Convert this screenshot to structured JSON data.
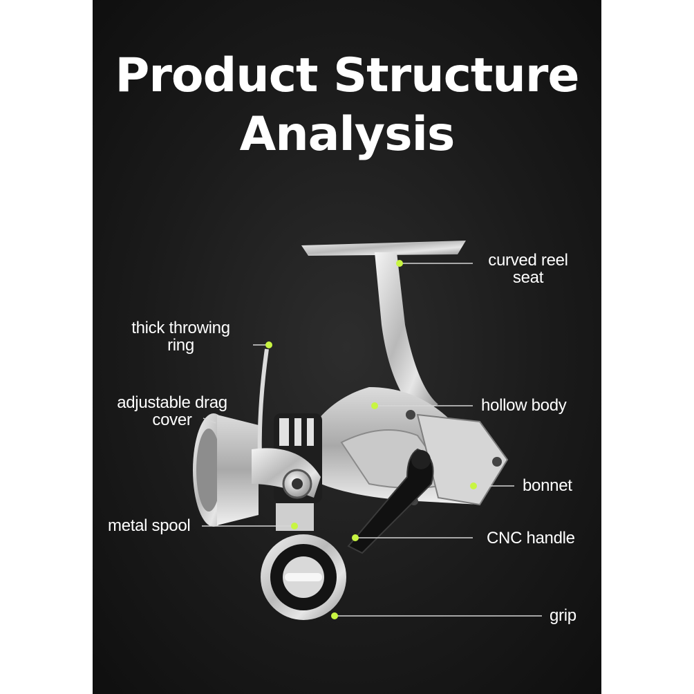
{
  "title": {
    "line1": "Product Structure",
    "line2": "Analysis"
  },
  "accent_color": "#c8f542",
  "callouts": [
    {
      "id": "curved-reel-seat",
      "line1": "curved reel",
      "line2": "seat"
    },
    {
      "id": "thick-throwing-ring",
      "line1": "thick throwing",
      "line2": "ring"
    },
    {
      "id": "adjustable-drag-cover",
      "line1": "adjustable drag",
      "line2": "cover"
    },
    {
      "id": "hollow-body",
      "line1": "hollow body"
    },
    {
      "id": "bonnet",
      "line1": "bonnet"
    },
    {
      "id": "metal-spool",
      "line1": "metal spool"
    },
    {
      "id": "cnc-handle",
      "line1": "CNC handle"
    },
    {
      "id": "grip",
      "line1": "grip"
    }
  ]
}
